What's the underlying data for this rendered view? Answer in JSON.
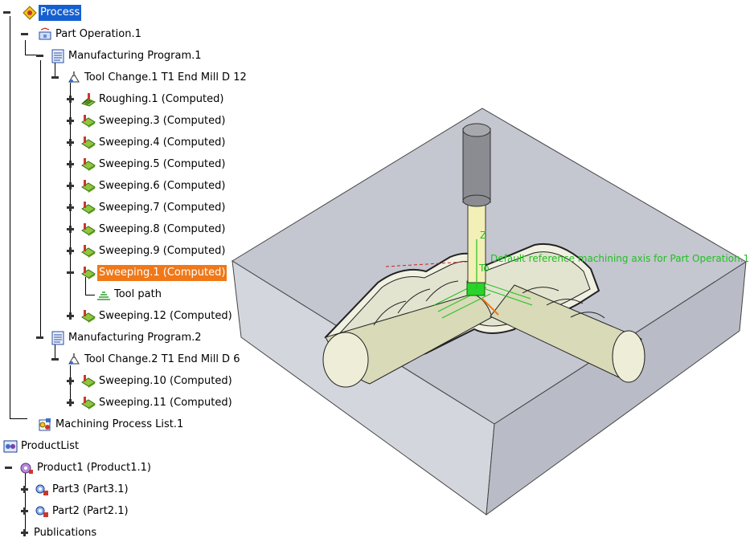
{
  "tree": {
    "process": "Process",
    "part_operation": "Part Operation.1",
    "mfg_program_1": "Manufacturing Program.1",
    "tool_change_1": "Tool Change.1  T1 End Mill D 12",
    "ops_program_1": [
      "Roughing.1 (Computed)",
      "Sweeping.3 (Computed)",
      "Sweeping.4 (Computed)",
      "Sweeping.5 (Computed)",
      "Sweeping.6 (Computed)",
      "Sweeping.7 (Computed)",
      "Sweeping.8 (Computed)",
      "Sweeping.9 (Computed)",
      "Sweeping.1 (Computed)"
    ],
    "tool_path": "Tool path",
    "sweeping_12": "Sweeping.12 (Computed)",
    "mfg_program_2": "Manufacturing Program.2",
    "tool_change_2": "Tool Change.2  T1 End Mill D 6",
    "ops_program_2": [
      "Sweeping.10 (Computed)",
      "Sweeping.11 (Computed)"
    ],
    "machining_process_list": "Machining Process List.1",
    "product_list": "ProductList",
    "product1": "Product1 (Product1.1)",
    "part3": "Part3 (Part3.1)",
    "part2": "Part2 (Part2.1)",
    "publications": "Publications"
  },
  "viewport": {
    "axis_z_label": "Z",
    "axis_label": "Default reference machining axis for Part Operation.1",
    "tool_label": "To"
  },
  "colors": {
    "selection_blue": "#1560d0",
    "selection_orange": "#f07818",
    "axis_green": "#22c022",
    "part_face": "#e8e8d0",
    "stock": "#b9bbc6"
  },
  "icons": {
    "process": "process-icon",
    "part_operation": "part-operation-icon",
    "program": "manufacturing-program-icon",
    "tool_change": "tool-change-icon",
    "roughing": "roughing-icon",
    "sweeping": "sweeping-icon",
    "tool_path": "tool-path-icon",
    "process_list": "machining-process-list-icon",
    "product_list": "product-list-icon",
    "product": "product-icon",
    "part": "part-icon"
  }
}
